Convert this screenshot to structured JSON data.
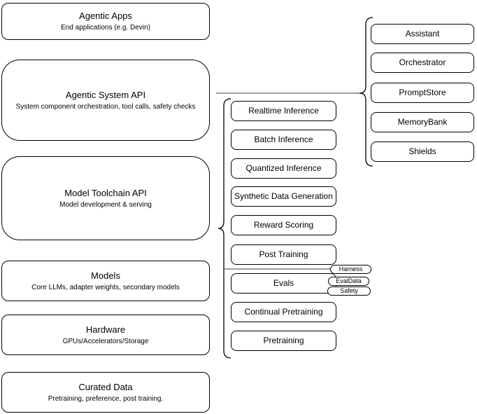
{
  "left_stack": [
    {
      "title": "Agentic Apps",
      "subtitle": "End applications (e.g. Devin)"
    },
    {
      "title": "Agentic System API",
      "subtitle": "System component orchestration, tool calls, safety checks"
    },
    {
      "title": "Model Toolchain API",
      "subtitle": "Model development & serving"
    },
    {
      "title": "Models",
      "subtitle": "Core LLMs, adapter weights, secondary models"
    },
    {
      "title": "Hardware",
      "subtitle": "GPUs/Accelerators/Storage"
    },
    {
      "title": "Curated Data",
      "subtitle": "Pretraining, preference, post training."
    }
  ],
  "toolchain": {
    "items": [
      "Realtime Inference",
      "Batch Inference",
      "Quantized Inference",
      "Synthetic Data Generation",
      "Reward Scoring",
      "Post Training",
      "Evals",
      "Continual Pretraining",
      "Pretraining"
    ]
  },
  "eval_tags": {
    "items": [
      "Harness",
      "EvalData",
      "Safety"
    ]
  },
  "system_components": {
    "items": [
      "Assistant",
      "Orchestrator",
      "PromptStore",
      "MemoryBank",
      "Shields"
    ]
  },
  "colors": {
    "box_border": "#000000",
    "connector_line": "#808080",
    "background": "#ffffff",
    "text": "#000000"
  }
}
